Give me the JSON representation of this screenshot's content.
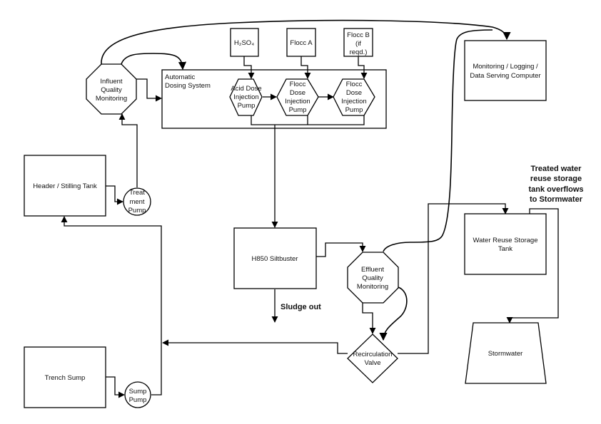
{
  "diagram": {
    "nodes": {
      "h2so4": {
        "lines": [
          "H₂SO₄"
        ]
      },
      "flocc_a": {
        "lines": [
          "Flocc A"
        ]
      },
      "flocc_b": {
        "lines": [
          "Flocc B",
          "(if",
          "reqd.)"
        ]
      },
      "monitoring_computer": {
        "lines": [
          "Monitoring / Logging /",
          "Data Serving Computer"
        ]
      },
      "influent_monitoring": {
        "lines": [
          "Influent",
          "Quality",
          "Monitoring"
        ]
      },
      "dosing_system": {
        "lines": [
          "Automatic",
          "Dosing System"
        ]
      },
      "acid_pump": {
        "lines": [
          "Acid Dose",
          "Injection",
          "Pump"
        ]
      },
      "flocc_pump_1": {
        "lines": [
          "Flocc",
          "Dose",
          "Injection",
          "Pump"
        ]
      },
      "flocc_pump_2": {
        "lines": [
          "Flocc",
          "Dose",
          "Injection",
          "Pump"
        ]
      },
      "header_tank": {
        "lines": [
          "Header / Stilling Tank"
        ]
      },
      "treatment_pump": {
        "lines": [
          "Treat",
          "ment",
          "Pump"
        ]
      },
      "siltbuster": {
        "lines": [
          "H850 Siltbuster"
        ]
      },
      "effluent_monitoring": {
        "lines": [
          "Effluent",
          "Quality",
          "Monitoring"
        ]
      },
      "recirculation_valve": {
        "lines": [
          "Recirculation",
          "Valve"
        ]
      },
      "reuse_tank": {
        "lines": [
          "Water Reuse Storage",
          "Tank"
        ]
      },
      "stormwater": {
        "lines": [
          "Stormwater"
        ]
      },
      "trench_sump": {
        "lines": [
          "Trench Sump"
        ]
      },
      "sump_pump": {
        "lines": [
          "Sump",
          "Pump"
        ]
      }
    },
    "annotations": {
      "sludge_out": {
        "lines": [
          "Sludge out"
        ]
      },
      "overflow_note": {
        "lines": [
          "Treated water",
          "reuse storage",
          "tank overflows",
          "to Stormwater"
        ]
      }
    }
  }
}
